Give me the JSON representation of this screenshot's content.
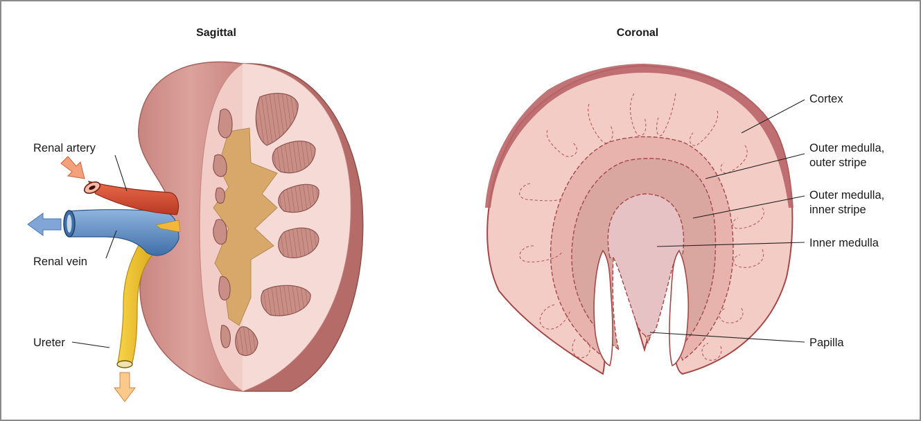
{
  "figure": {
    "panels": [
      {
        "title": "Sagittal",
        "labels": {
          "renal_artery": "Renal artery",
          "renal_vein": "Renal vein",
          "ureter": "Ureter"
        }
      },
      {
        "title": "Coronal",
        "labels": {
          "cortex": "Cortex",
          "outer_stripe_line1": "Outer medulla,",
          "outer_stripe_line2": "outer stripe",
          "inner_stripe_line1": "Outer medulla,",
          "inner_stripe_line2": "inner stripe",
          "inner_medulla": "Inner medulla",
          "papilla": "Papilla"
        }
      }
    ]
  },
  "colors": {
    "capsule": "#b96e6e",
    "kidney_surface": "#d79a94",
    "cortex": "#f3d2cc",
    "outer_stripe": "#e9b8b2",
    "inner_stripe": "#dcaaa2",
    "inner_medulla": "#e8c2c4",
    "artery": "#d9472e",
    "vein": "#5b8cc4",
    "ureter": "#f4c327",
    "sinus_fat": "#d8a86a"
  }
}
